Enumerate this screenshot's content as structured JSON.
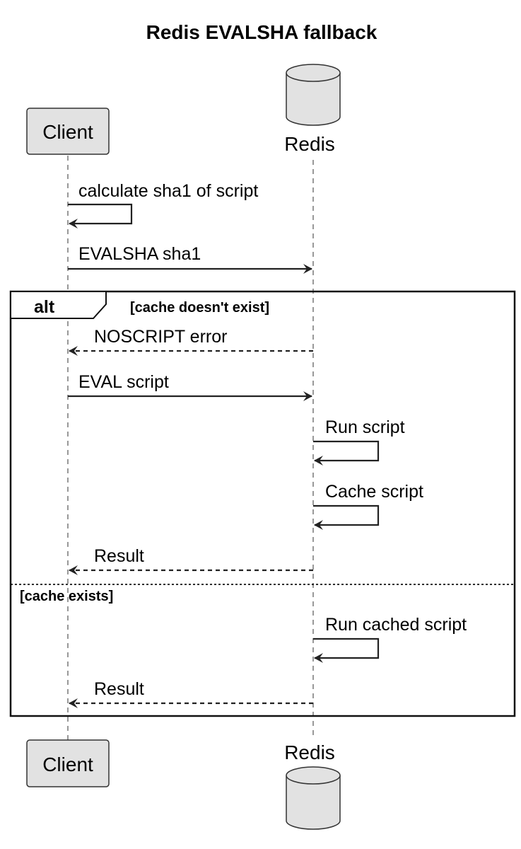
{
  "title": "Redis EVALSHA fallback",
  "participants": {
    "client": {
      "label": "Client",
      "shape": "box"
    },
    "redis": {
      "label": "Redis",
      "shape": "database"
    }
  },
  "messages": [
    {
      "from": "client",
      "to": "client",
      "text": "calculate sha1 of script",
      "style": "solid"
    },
    {
      "from": "client",
      "to": "redis",
      "text": "EVALSHA sha1",
      "style": "solid"
    },
    {
      "from": "redis",
      "to": "client",
      "text": "NOSCRIPT error",
      "style": "dashed"
    },
    {
      "from": "client",
      "to": "redis",
      "text": "EVAL script",
      "style": "solid"
    },
    {
      "from": "redis",
      "to": "redis",
      "text": "Run script",
      "style": "solid"
    },
    {
      "from": "redis",
      "to": "redis",
      "text": "Cache script",
      "style": "solid"
    },
    {
      "from": "redis",
      "to": "client",
      "text": "Result",
      "style": "dashed"
    },
    {
      "from": "redis",
      "to": "redis",
      "text": "Run cached script",
      "style": "solid"
    },
    {
      "from": "redis",
      "to": "client",
      "text": "Result",
      "style": "dashed"
    }
  ],
  "frame": {
    "keyword": "alt",
    "guard_1": "[cache doesn't exist]",
    "guard_2": "[cache exists]"
  }
}
